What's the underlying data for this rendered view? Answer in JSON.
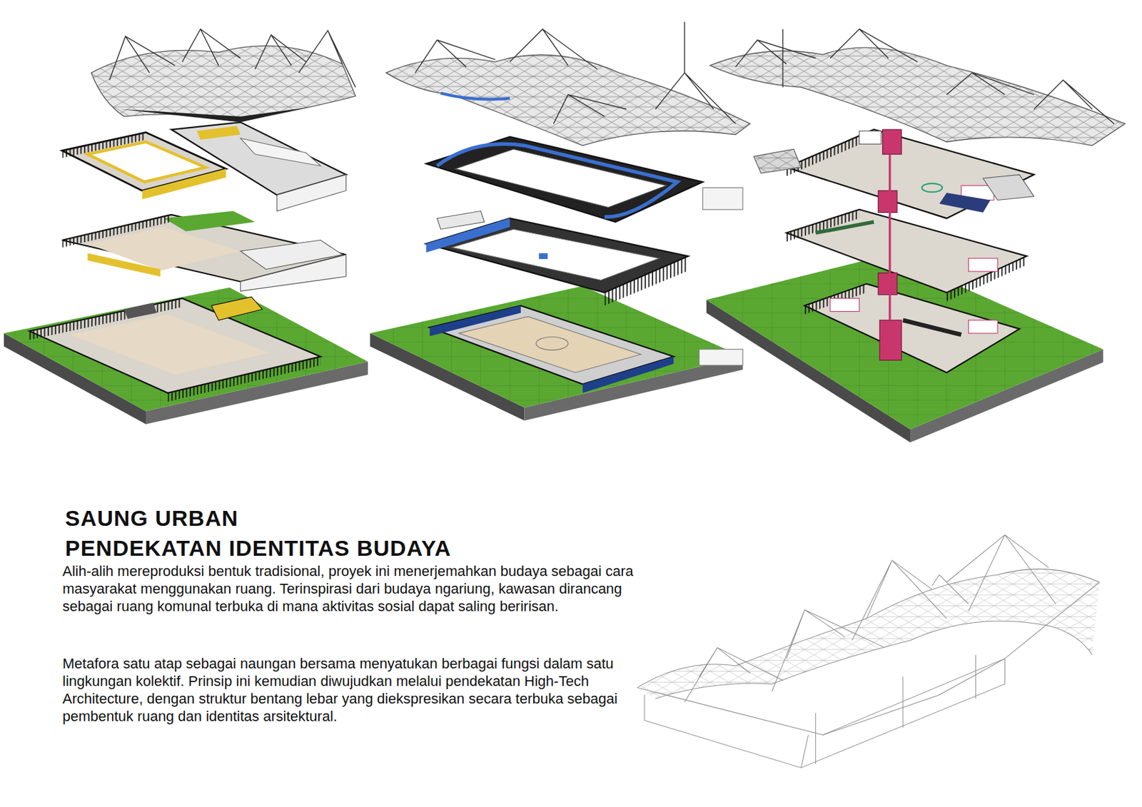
{
  "diagram": {
    "title": "SAUNG URBAN",
    "labels": [
      "PENDEKATAN IDENTITAS BUDAYA",
      "Alih-alih mereproduksi bentuk tradisional, proyek ini menerjemahkan budaya sebagai cara masyarakat menggunakan ruang. Terinspirasi dari budaya ngariung, kawasan dirancang sebagai ruang komunal terbuka di mana aktivitas sosial dapat saling beririsan.",
      "Metafora satu atap sebagai naungan bersama menyatukan berbagai fungsi dalam satu lingkungan kolektif. Prinsip ini kemudian diwujudkan melalui pendekatan High-Tech Architecture, dengan struktur bentang lebar yang diekspresikan secara terbuka sebagai pembentuk ruang dan identitas arsitektural."
    ]
  }
}
